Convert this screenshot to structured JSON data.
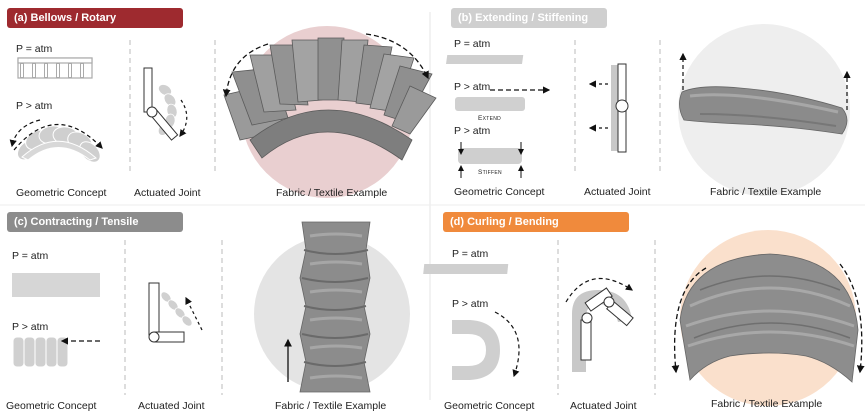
{
  "panels": {
    "a": {
      "title": "(a) Bellows / Rotary",
      "color": "#9e2a2f",
      "p_atm": "P = atm",
      "p_gt_atm": "P > atm",
      "captions": [
        "Geometric Concept",
        "Actuated Joint",
        "Fabric / Textile Example"
      ],
      "highlight_color": "#e9cfd0"
    },
    "b": {
      "title": "(b) Extending / Stiffening",
      "color": "#cfcfcf",
      "p_atm": "P = atm",
      "p_gt_atm_1": "P > atm",
      "p_gt_atm_2": "P > atm",
      "extend": "Extend",
      "stiffen": "Stiffen",
      "captions": [
        "Geometric Concept",
        "Actuated Joint",
        "Fabric / Textile Example"
      ],
      "highlight_color": "#eeeeee"
    },
    "c": {
      "title": "(c) Contracting / Tensile",
      "color": "#8c8c8c",
      "p_atm": "P = atm",
      "p_gt_atm": "P > atm",
      "captions": [
        "Geometric Concept",
        "Actuated Joint",
        "Fabric / Textile Example"
      ],
      "highlight_color": "#e4e4e4"
    },
    "d": {
      "title": "(d) Curling / Bending",
      "color": "#f08a3c",
      "p_atm": "P = atm",
      "p_gt_atm": "P > atm",
      "captions": [
        "Geometric Concept",
        "Actuated Joint",
        "Fabric / Textile Example"
      ],
      "highlight_color": "#fae0cc"
    }
  }
}
